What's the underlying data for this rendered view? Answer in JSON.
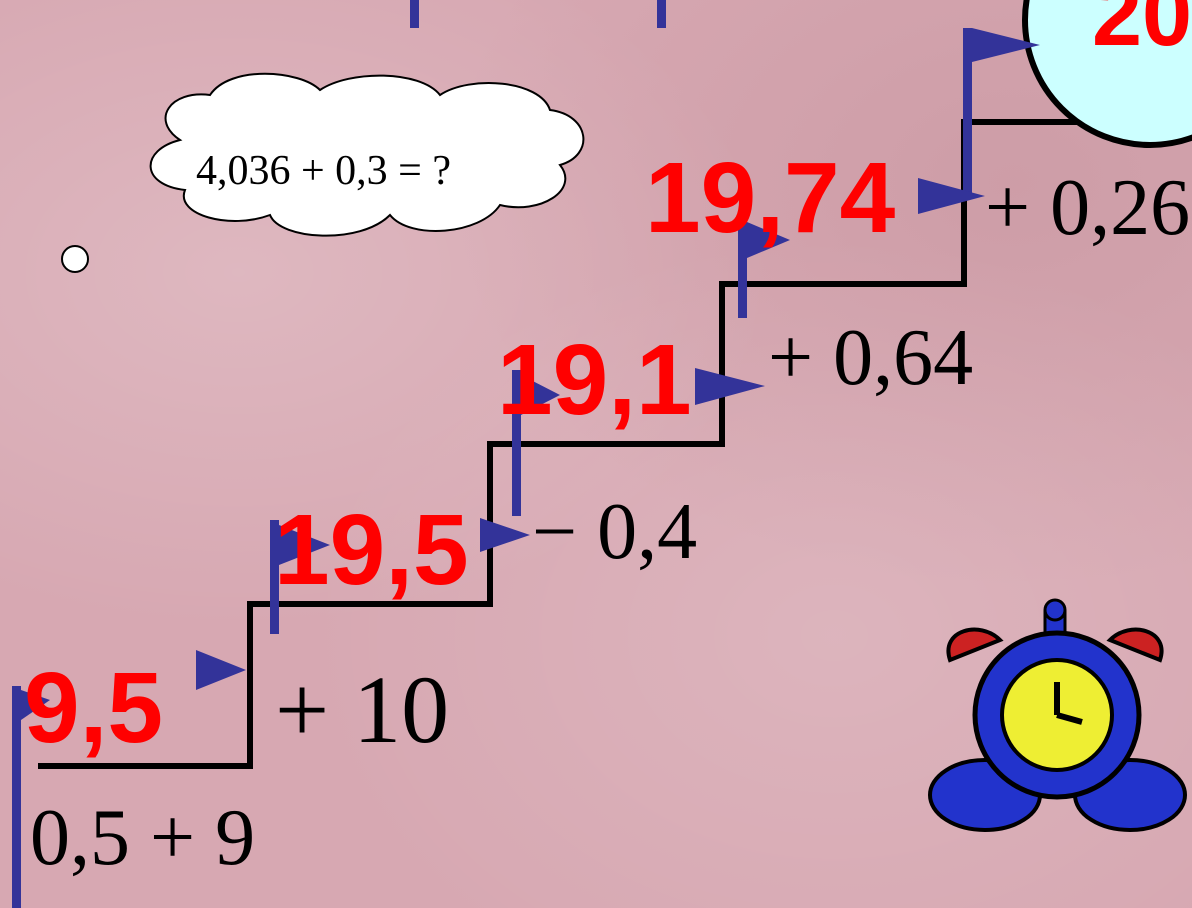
{
  "cloud": {
    "text": "4,036 + 0,3 = ?"
  },
  "steps": [
    {
      "value": "9,5",
      "operation": "0,5 + 9"
    },
    {
      "value": "19,5",
      "operation": "+ 10"
    },
    {
      "value": "19,1",
      "operation": "− 0,4"
    },
    {
      "value": "19,74",
      "operation": "+ 0,64"
    },
    {
      "value": "20",
      "operation": "+ 0,26"
    }
  ],
  "colors": {
    "background": "#d7a8b2",
    "value_text": "#ff0000",
    "flag": "#333399",
    "stairs": "#000000",
    "goal_circle": "#ccffff"
  },
  "icons": [
    "alarm-clock-icon",
    "flag-icon",
    "thought-cloud-icon",
    "small-circle-icon"
  ]
}
